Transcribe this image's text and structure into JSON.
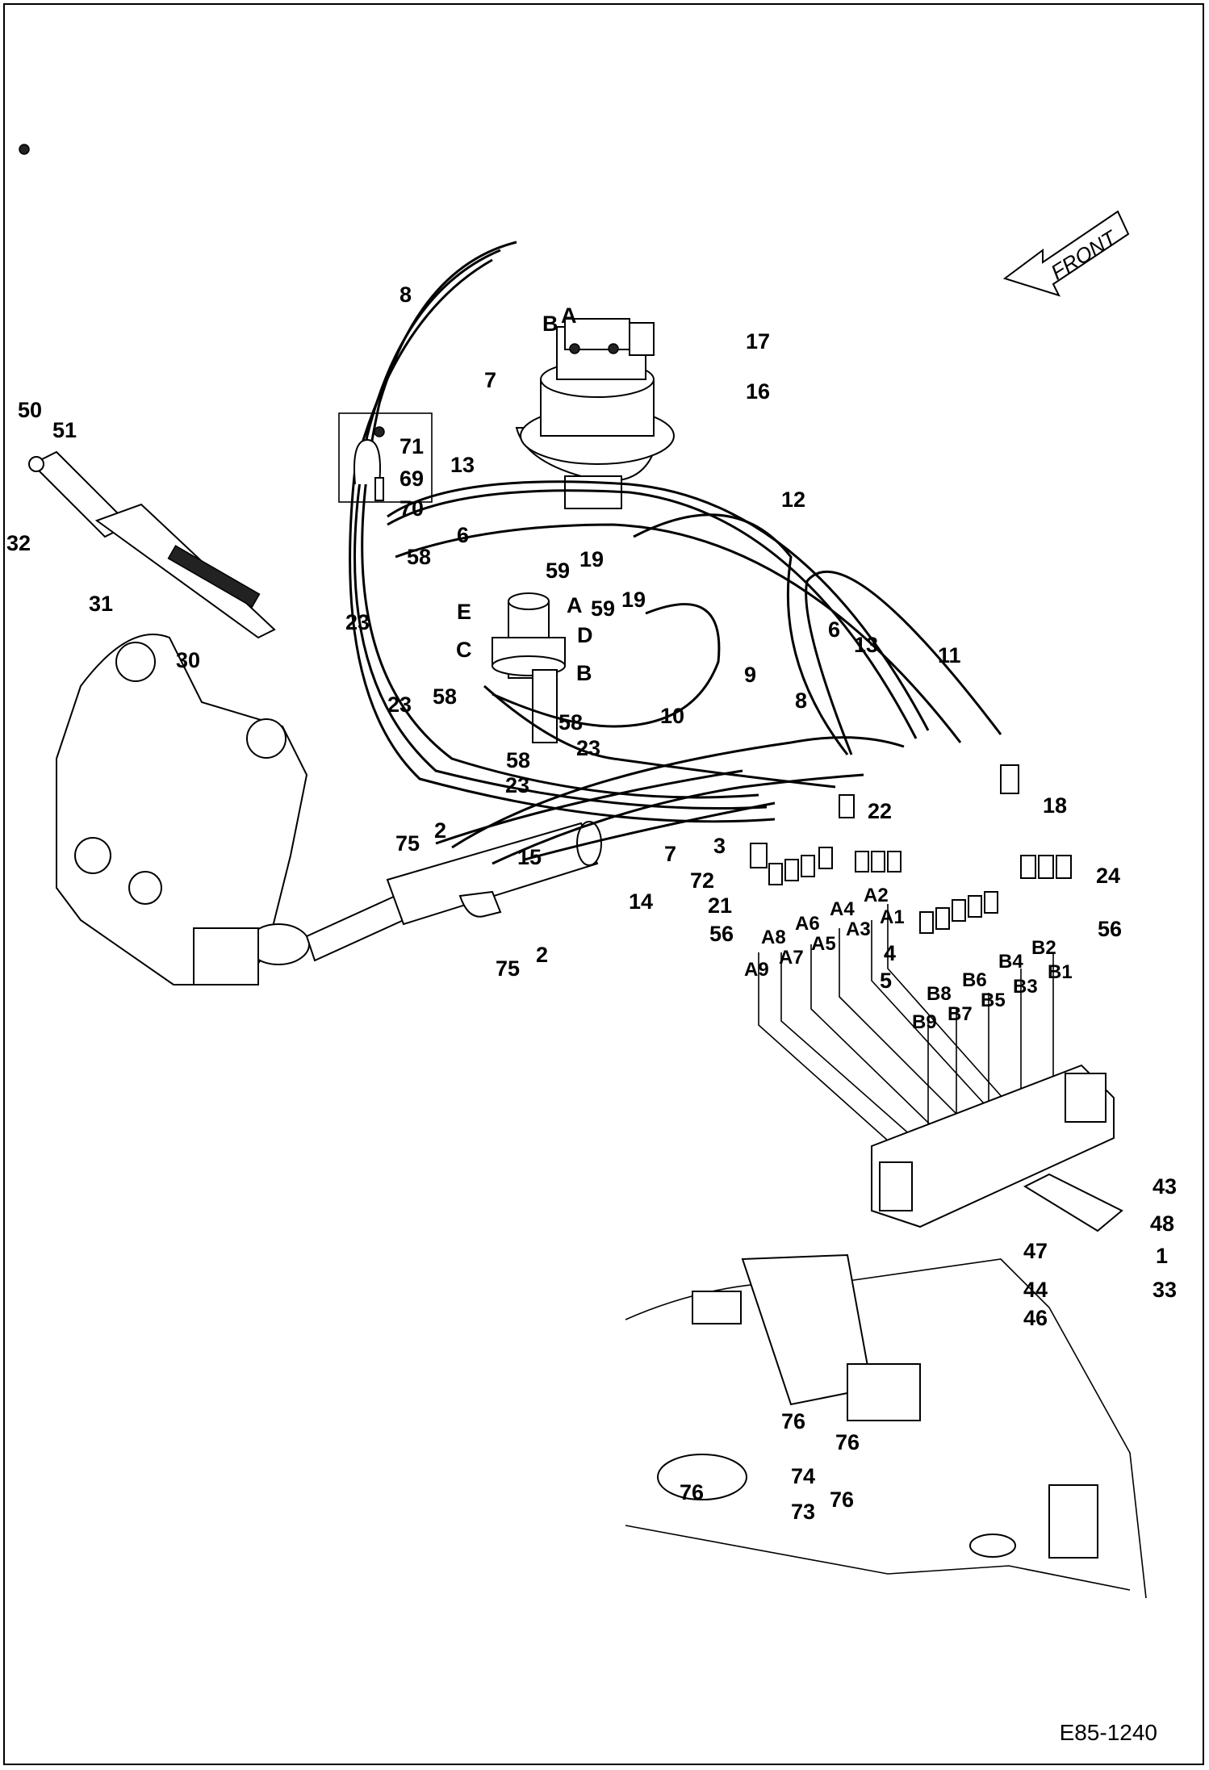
{
  "drawing_ref": "E85-1240",
  "front_label": "FRONT",
  "colors": {
    "line": "#000000",
    "background": "#ffffff"
  },
  "callouts": [
    {
      "id": "c50",
      "text": "50"
    },
    {
      "id": "c51",
      "text": "51"
    },
    {
      "id": "c32",
      "text": "32"
    },
    {
      "id": "c31",
      "text": "31"
    },
    {
      "id": "c30",
      "text": "30"
    },
    {
      "id": "c8a",
      "text": "8"
    },
    {
      "id": "c7a",
      "text": "7"
    },
    {
      "id": "cBtop",
      "text": "B"
    },
    {
      "id": "cAtop",
      "text": "A"
    },
    {
      "id": "c17",
      "text": "17"
    },
    {
      "id": "c16",
      "text": "16"
    },
    {
      "id": "c71",
      "text": "71"
    },
    {
      "id": "c69",
      "text": "69"
    },
    {
      "id": "c70",
      "text": "70"
    },
    {
      "id": "c13a",
      "text": "13"
    },
    {
      "id": "c12",
      "text": "12"
    },
    {
      "id": "c6a",
      "text": "6"
    },
    {
      "id": "c58a",
      "text": "58"
    },
    {
      "id": "c59a",
      "text": "59"
    },
    {
      "id": "c19a",
      "text": "19"
    },
    {
      "id": "c23a",
      "text": "23"
    },
    {
      "id": "cE",
      "text": "E"
    },
    {
      "id": "cA2",
      "text": "A"
    },
    {
      "id": "c59b",
      "text": "59"
    },
    {
      "id": "c19b",
      "text": "19"
    },
    {
      "id": "cC",
      "text": "C"
    },
    {
      "id": "cD",
      "text": "D"
    },
    {
      "id": "cB2",
      "text": "B"
    },
    {
      "id": "c6b",
      "text": "6"
    },
    {
      "id": "c13b",
      "text": "13"
    },
    {
      "id": "c11",
      "text": "11"
    },
    {
      "id": "c9",
      "text": "9"
    },
    {
      "id": "c23b",
      "text": "23"
    },
    {
      "id": "c58b",
      "text": "58"
    },
    {
      "id": "c58c",
      "text": "58"
    },
    {
      "id": "c23c",
      "text": "23"
    },
    {
      "id": "c10",
      "text": "10"
    },
    {
      "id": "c8b",
      "text": "8"
    },
    {
      "id": "c58d",
      "text": "58"
    },
    {
      "id": "c23d",
      "text": "23"
    },
    {
      "id": "c18",
      "text": "18"
    },
    {
      "id": "c22",
      "text": "22"
    },
    {
      "id": "c75a",
      "text": "75"
    },
    {
      "id": "c2a",
      "text": "2"
    },
    {
      "id": "c15",
      "text": "15"
    },
    {
      "id": "c3",
      "text": "3"
    },
    {
      "id": "c7b",
      "text": "7"
    },
    {
      "id": "c24",
      "text": "24"
    },
    {
      "id": "c72",
      "text": "72"
    },
    {
      "id": "c21",
      "text": "21"
    },
    {
      "id": "c14",
      "text": "14"
    },
    {
      "id": "c56a",
      "text": "56"
    },
    {
      "id": "c56b",
      "text": "56"
    },
    {
      "id": "cA2p",
      "text": "A2"
    },
    {
      "id": "cA1p",
      "text": "A1"
    },
    {
      "id": "cA4p",
      "text": "A4"
    },
    {
      "id": "cA3p",
      "text": "A3"
    },
    {
      "id": "cA6p",
      "text": "A6"
    },
    {
      "id": "cA5p",
      "text": "A5"
    },
    {
      "id": "cA8p",
      "text": "A8"
    },
    {
      "id": "cA7p",
      "text": "A7"
    },
    {
      "id": "cA9p",
      "text": "A9"
    },
    {
      "id": "c4",
      "text": "4"
    },
    {
      "id": "cB4p",
      "text": "B4"
    },
    {
      "id": "cB2p",
      "text": "B2"
    },
    {
      "id": "c5",
      "text": "5"
    },
    {
      "id": "cB8p",
      "text": "B8"
    },
    {
      "id": "cB6p",
      "text": "B6"
    },
    {
      "id": "cB3p",
      "text": "B3"
    },
    {
      "id": "cB1p",
      "text": "B1"
    },
    {
      "id": "cB9p",
      "text": "B9"
    },
    {
      "id": "cB7p",
      "text": "B7"
    },
    {
      "id": "cB5p",
      "text": "B5"
    },
    {
      "id": "c75b",
      "text": "75"
    },
    {
      "id": "c2b",
      "text": "2"
    },
    {
      "id": "c43",
      "text": "43"
    },
    {
      "id": "c48",
      "text": "48"
    },
    {
      "id": "c1",
      "text": "1"
    },
    {
      "id": "c47",
      "text": "47"
    },
    {
      "id": "c33",
      "text": "33"
    },
    {
      "id": "c44",
      "text": "44"
    },
    {
      "id": "c46",
      "text": "46"
    },
    {
      "id": "c76a",
      "text": "76"
    },
    {
      "id": "c76b",
      "text": "76"
    },
    {
      "id": "c74",
      "text": "74"
    },
    {
      "id": "c76c",
      "text": "76"
    },
    {
      "id": "c76d",
      "text": "76"
    },
    {
      "id": "c73",
      "text": "73"
    }
  ]
}
